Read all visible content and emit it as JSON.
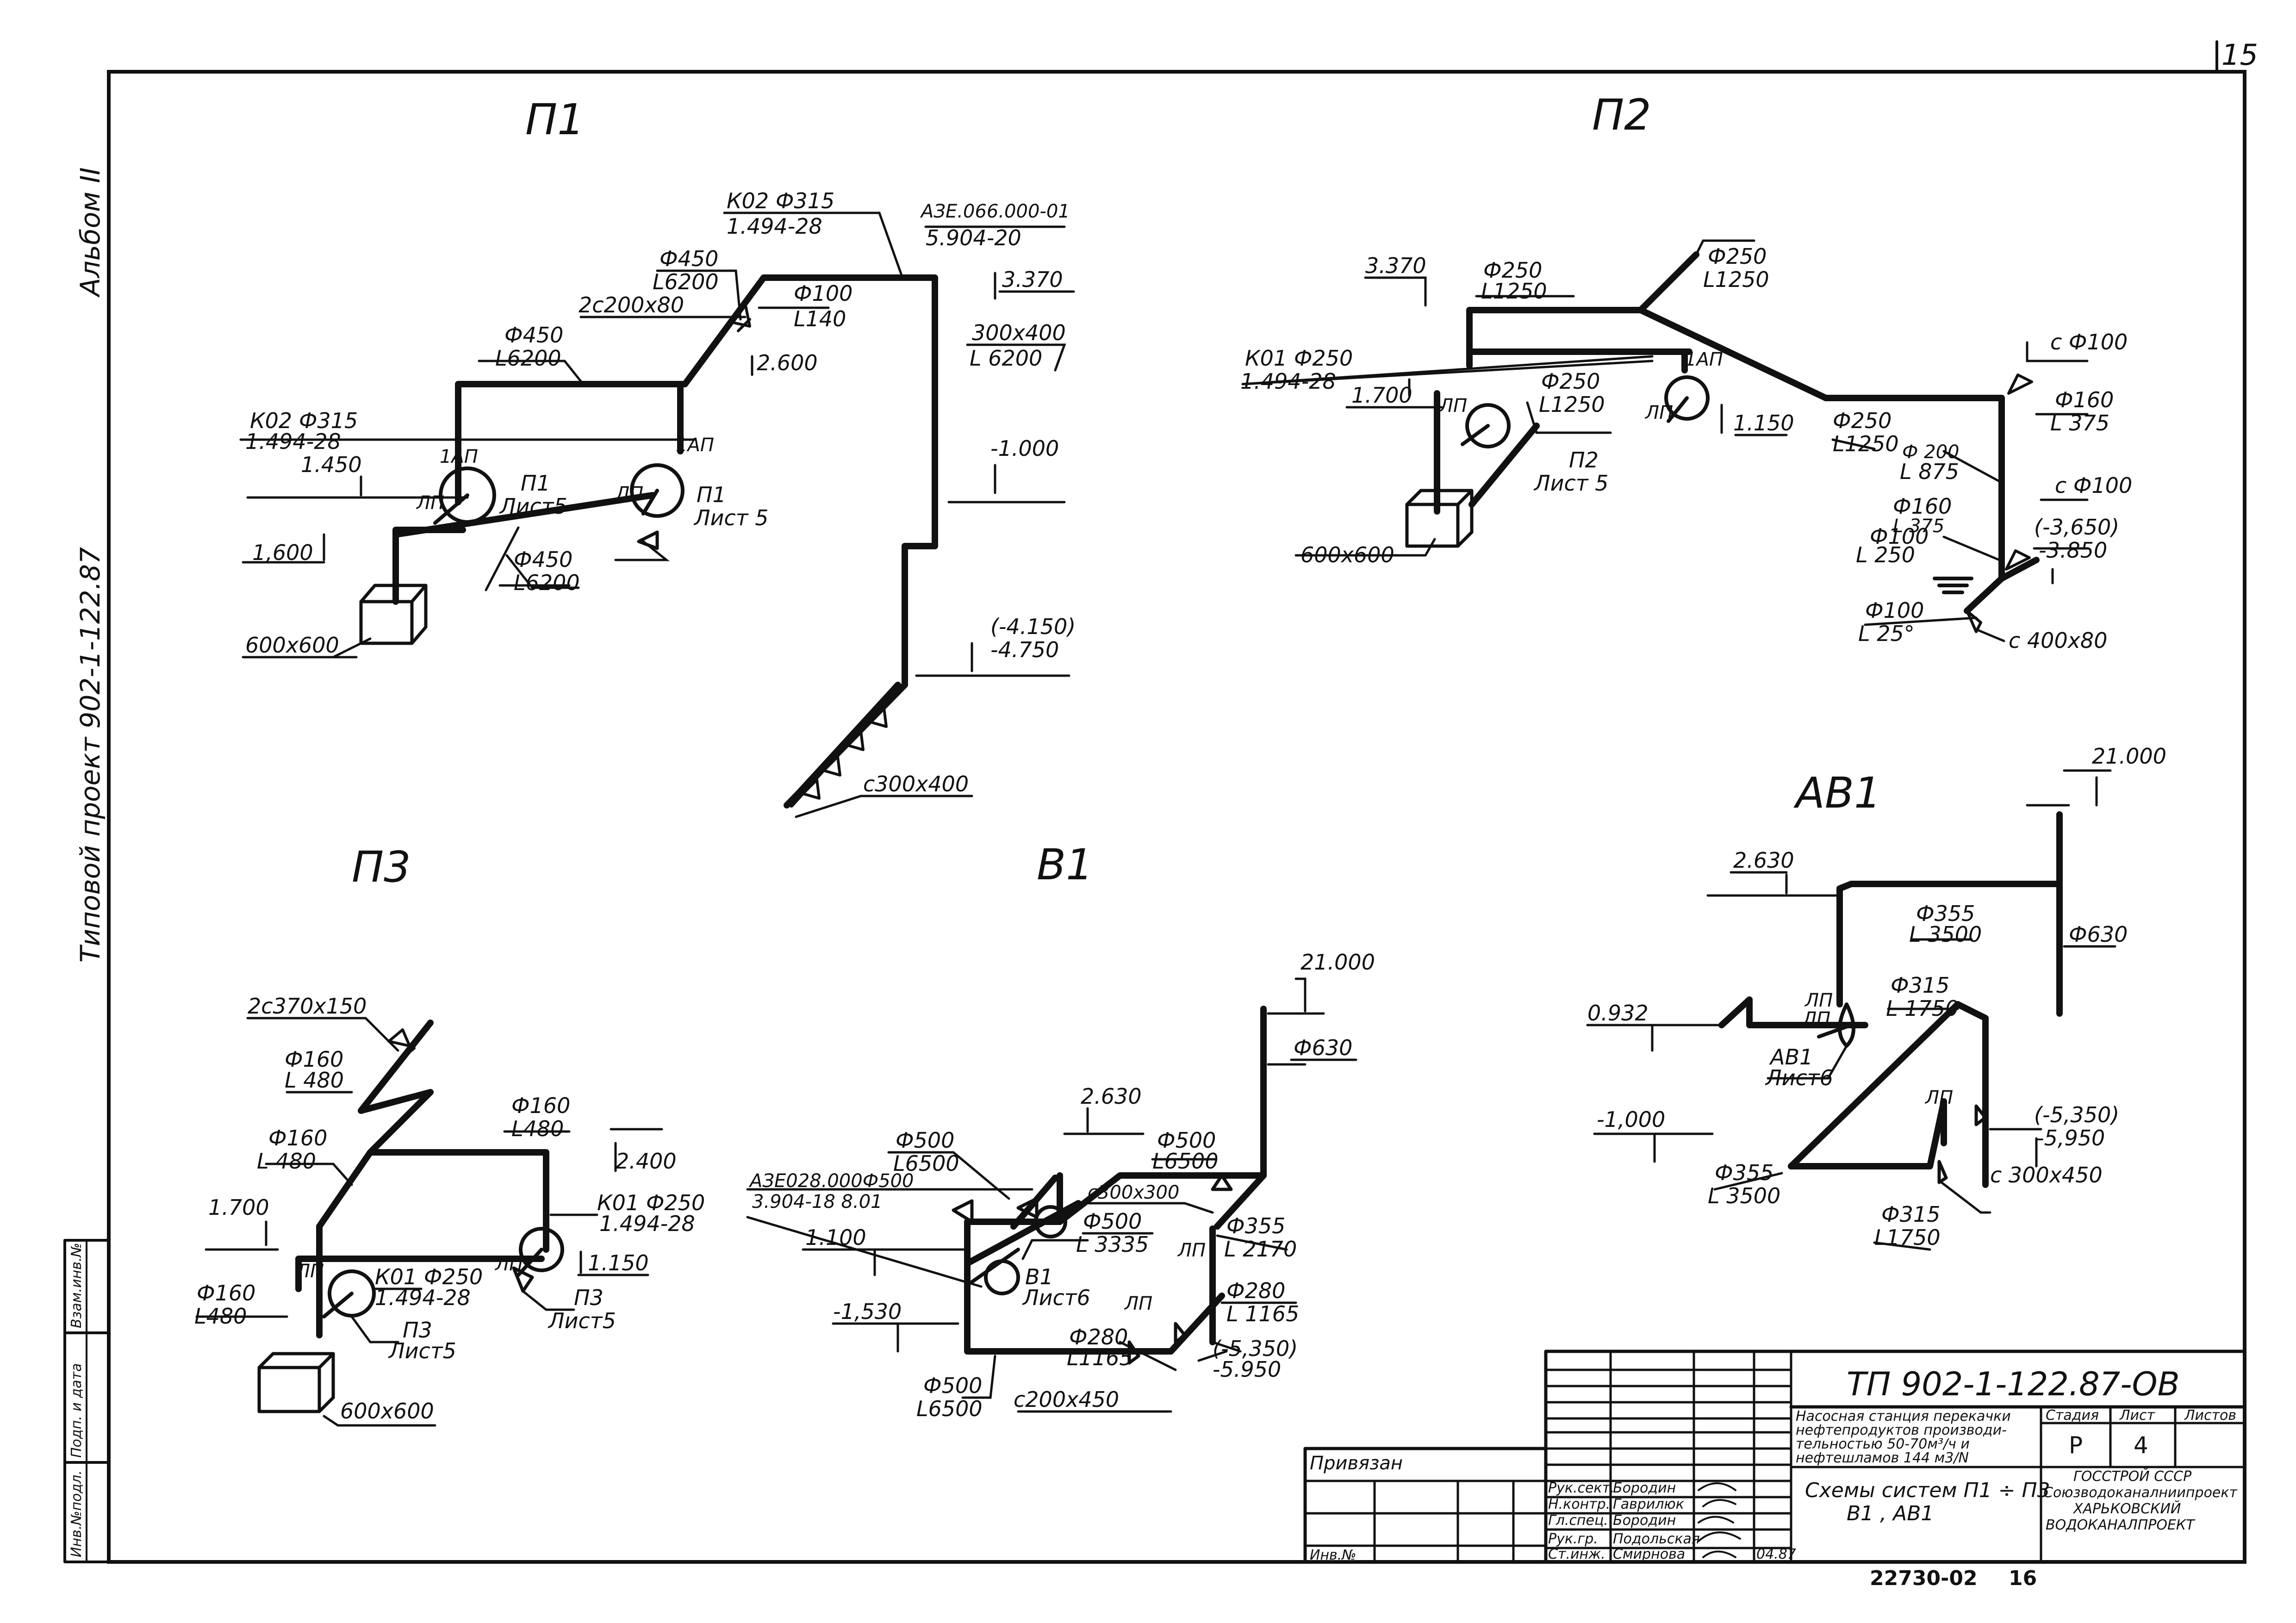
{
  "page_number": "15",
  "side": {
    "album": "Альбом II",
    "project": "Типовой проект   902-1-122.87",
    "stamp_cols": [
      "Инв.№подл.",
      "Подп. и дата",
      "Взам.инв.№"
    ]
  },
  "systems": {
    "p1": {
      "title": "П1",
      "labels": [
        "К02 Ф315",
        "1.494-28",
        "АЗЕ.066.000-01",
        "5.904-20",
        "Ф450",
        "L6200",
        "2с200х80",
        "Ф100",
        "L140",
        "3.370",
        "Ф450",
        "L6200",
        "2.600",
        "300х400",
        "L 6200",
        "К02 Ф315",
        "1.494-28",
        "1.450",
        "1АП",
        "1АП",
        "П1",
        "Лист5",
        "П1",
        "Лист 5",
        "ЛП",
        "ЛП",
        "-1.000",
        "1,600",
        "Ф450",
        "L6200",
        "600х600",
        "(-4.150)",
        "-4.750",
        "с300х400"
      ]
    },
    "p2": {
      "title": "П2",
      "labels": [
        "3.370",
        "Ф250",
        "L1250",
        "Ф250",
        "L1250",
        "К01 Ф250",
        "1.494-28",
        "Ф250",
        "L1250",
        "1.700",
        "1.150",
        "П2",
        "Лист 5",
        "600х600",
        "с Ф100",
        "Ф160",
        "L 375",
        "Ф250",
        "L1250",
        "Ф 200",
        "L 875",
        "с Ф100",
        "Ф160",
        "L 375",
        "(-3,650)",
        "-3.850",
        "Ф100",
        "L 250",
        "Ф100",
        "L 25°",
        "с 400х80",
        "1АП",
        "ЛП",
        "ЛП"
      ]
    },
    "p3": {
      "title": "П3",
      "labels": [
        "2с370х150",
        "Ф160",
        "L 480",
        "Ф160",
        "L480",
        "Ф160",
        "L 480",
        "2.400",
        "1.700",
        "К01 Ф250",
        "1.494-28",
        "1.150",
        "К01 Ф250",
        "1.494-28",
        "Ф160",
        "L480",
        "П3",
        "Лист5",
        "П3",
        "Лист5",
        "600х600",
        "ЛП",
        "ЛП"
      ]
    },
    "b1": {
      "title": "В1",
      "labels": [
        "21.000",
        "Ф630",
        "2.630",
        "Ф500",
        "L6500",
        "Ф500",
        "L6500",
        "АЗЕ028.000Ф500",
        "3.904-18 8.01",
        "с300х300",
        "1.100",
        "Ф500",
        "L 3335",
        "Ф355",
        "L 2170",
        "В1",
        "Лист6",
        "Ф280",
        "L 1165",
        "-1,530",
        "Ф280",
        "L1165",
        "(-5,350)",
        "-5.950",
        "Ф500",
        "L6500",
        "с200х450",
        "ЛП",
        "ЛП"
      ]
    },
    "ab1": {
      "title": "АВ1",
      "labels": [
        "21.000",
        "2.630",
        "Ф355",
        "L 3500",
        "Ф630",
        "0.932",
        "Ф315",
        "L 1750",
        "АВ1",
        "Лист6",
        "-1,000",
        "Ф315",
        "L1750",
        "(-5,350)",
        "-5,950",
        "Ф355",
        "L 3500",
        "с 300х450",
        "ЛП",
        "ЛП",
        "ЛП"
      ]
    }
  },
  "stamp": {
    "doc_code": "ТП 902-1-122.87-ОВ",
    "bound": "Привязан",
    "inv": "Инв.№",
    "station_name": [
      "Насосная станция перекачки",
      "нефтепродуктов производи-",
      "тельностью 50-70м³/ч и",
      "нефтешламов 144 м3/N"
    ],
    "sheet_title": [
      "Схемы систем П1 ÷ П3",
      "В1 , АВ1"
    ],
    "col_stage": "Стадия",
    "col_sheet": "Лист",
    "col_sheets": "Листов",
    "stage": "Р",
    "sheet": "4",
    "org": [
      "ГОССТРОЙ СССР",
      "Союзводоканалниипроект",
      "ХАРЬКОВСКИЙ",
      "ВОДОКАНАЛПРОЕКТ"
    ],
    "roles": [
      {
        "role": "Рук.сект.",
        "name": "Бородин"
      },
      {
        "role": "Н.контр.",
        "name": "Гаврилюк"
      },
      {
        "role": "Гл.спец.",
        "name": "Бородин"
      },
      {
        "role": "Рук.гр.",
        "name": "Подольская"
      },
      {
        "role": "Ст.инж.",
        "name": "Смирнова"
      }
    ],
    "date": "04.87",
    "archive": "22730-02",
    "archive_sheet": "16"
  }
}
